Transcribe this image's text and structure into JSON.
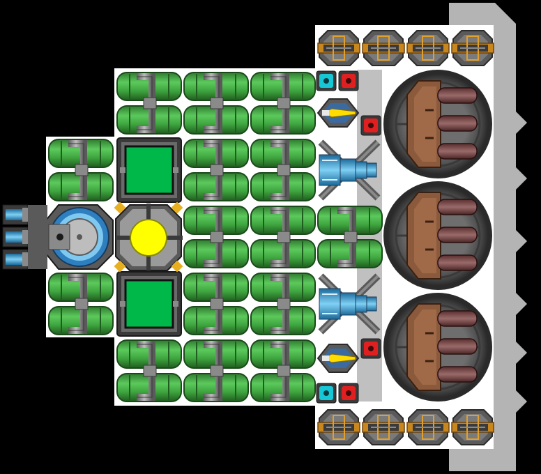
{
  "scene": {
    "kind": "spaceship-blueprint",
    "background_color": "#000000",
    "hull_color": "#b4b4b4",
    "panel_color": "#ffffff",
    "tank_color": "#3fa63f",
    "core_color": "#ffff00",
    "screen_color": "#00b84a",
    "thruster_color": "#2ea4e0",
    "turret_color": "#8b5a3c"
  },
  "components": {
    "fuel_tanks": "green-cylinder-tank",
    "core": "yellow-reactor-core",
    "screens": "green-display-panel",
    "cockpit": "blue-cockpit-dome",
    "thrusters": "blue-ion-thruster",
    "drills": "orange-drill-unit",
    "turrets": "brown-triple-barrel-turret",
    "sensors": "cyan-sensor-node",
    "alarms": "red-alarm-node",
    "missiles": "yellow-missile-launcher",
    "generators": "blue-coil-generator"
  }
}
